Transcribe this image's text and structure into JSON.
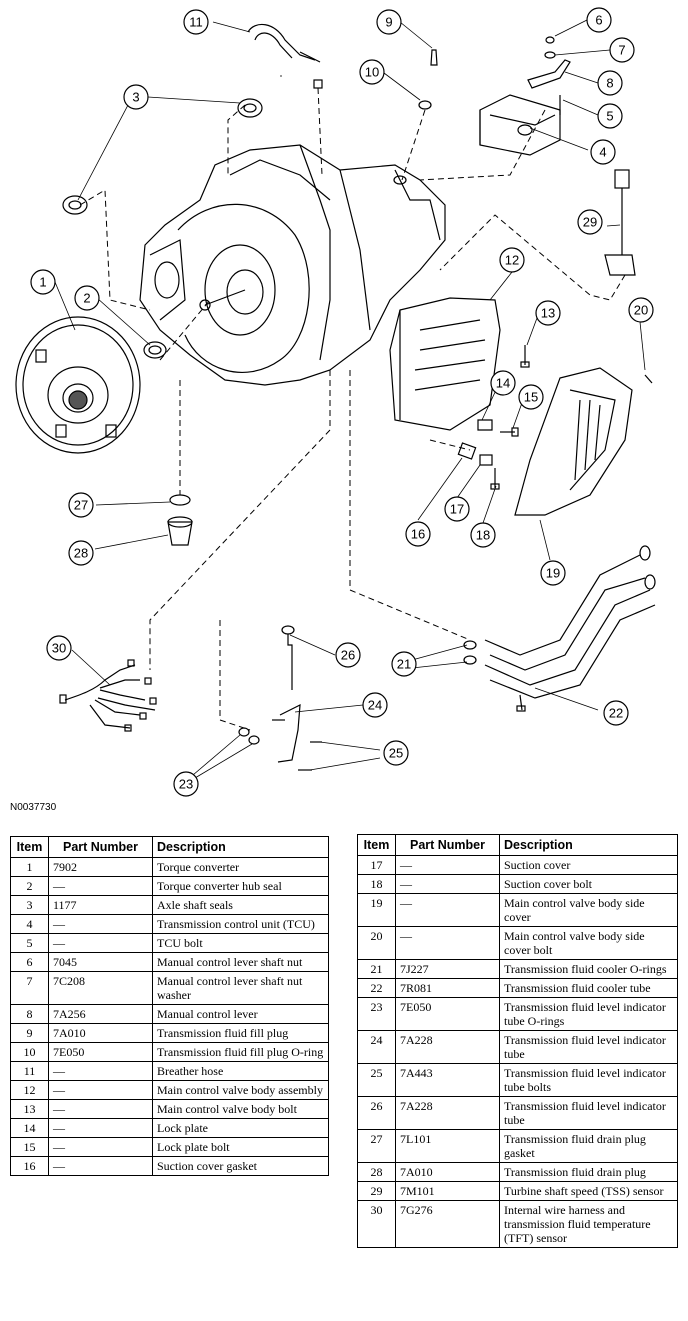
{
  "figure_id": "N0037730",
  "callout_labels": [
    "1",
    "2",
    "3",
    "4",
    "5",
    "6",
    "7",
    "8",
    "9",
    "10",
    "11",
    "12",
    "13",
    "14",
    "15",
    "16",
    "17",
    "18",
    "19",
    "20",
    "21",
    "22",
    "23",
    "24",
    "25",
    "26",
    "27",
    "28",
    "29",
    "30"
  ],
  "table_headers": {
    "item": "Item",
    "part_number": "Part Number",
    "description": "Description"
  },
  "parts_left": [
    {
      "item": "1",
      "part_number": "7902",
      "description": "Torque converter"
    },
    {
      "item": "2",
      "part_number": "—",
      "description": "Torque converter hub seal"
    },
    {
      "item": "3",
      "part_number": "1177",
      "description": "Axle shaft seals"
    },
    {
      "item": "4",
      "part_number": "—",
      "description": "Transmission control unit (TCU)"
    },
    {
      "item": "5",
      "part_number": "—",
      "description": "TCU bolt"
    },
    {
      "item": "6",
      "part_number": "7045",
      "description": "Manual control lever shaft nut"
    },
    {
      "item": "7",
      "part_number": "7C208",
      "description": "Manual control lever shaft nut washer"
    },
    {
      "item": "8",
      "part_number": "7A256",
      "description": "Manual control lever"
    },
    {
      "item": "9",
      "part_number": "7A010",
      "description": "Transmission fluid fill plug"
    },
    {
      "item": "10",
      "part_number": "7E050",
      "description": "Transmission fluid fill plug O-ring"
    },
    {
      "item": "11",
      "part_number": "—",
      "description": "Breather hose"
    },
    {
      "item": "12",
      "part_number": "—",
      "description": "Main control valve body assembly"
    },
    {
      "item": "13",
      "part_number": "—",
      "description": "Main control valve body bolt"
    },
    {
      "item": "14",
      "part_number": "—",
      "description": "Lock plate"
    },
    {
      "item": "15",
      "part_number": "—",
      "description": "Lock plate bolt"
    },
    {
      "item": "16",
      "part_number": "—",
      "description": "Suction cover gasket"
    }
  ],
  "parts_right": [
    {
      "item": "17",
      "part_number": "—",
      "description": "Suction cover"
    },
    {
      "item": "18",
      "part_number": "—",
      "description": "Suction cover bolt"
    },
    {
      "item": "19",
      "part_number": "—",
      "description": "Main control valve body side cover"
    },
    {
      "item": "20",
      "part_number": "—",
      "description": "Main control valve body side cover bolt"
    },
    {
      "item": "21",
      "part_number": "7J227",
      "description": "Transmission fluid cooler O-rings"
    },
    {
      "item": "22",
      "part_number": "7R081",
      "description": "Transmission fluid cooler tube"
    },
    {
      "item": "23",
      "part_number": "7E050",
      "description": "Transmission fluid level indicator tube O-rings"
    },
    {
      "item": "24",
      "part_number": "7A228",
      "description": "Transmission fluid level indicator tube"
    },
    {
      "item": "25",
      "part_number": "7A443",
      "description": "Transmission fluid level indicator tube bolts"
    },
    {
      "item": "26",
      "part_number": "7A228",
      "description": "Transmission fluid level indicator tube"
    },
    {
      "item": "27",
      "part_number": "7L101",
      "description": "Transmission fluid drain plug gasket"
    },
    {
      "item": "28",
      "part_number": "7A010",
      "description": "Transmission fluid drain plug"
    },
    {
      "item": "29",
      "part_number": "7M101",
      "description": "Turbine shaft speed (TSS) sensor"
    },
    {
      "item": "30",
      "part_number": "7G276",
      "description": "Internal wire harness and transmission fluid temperature (TFT) sensor"
    }
  ]
}
